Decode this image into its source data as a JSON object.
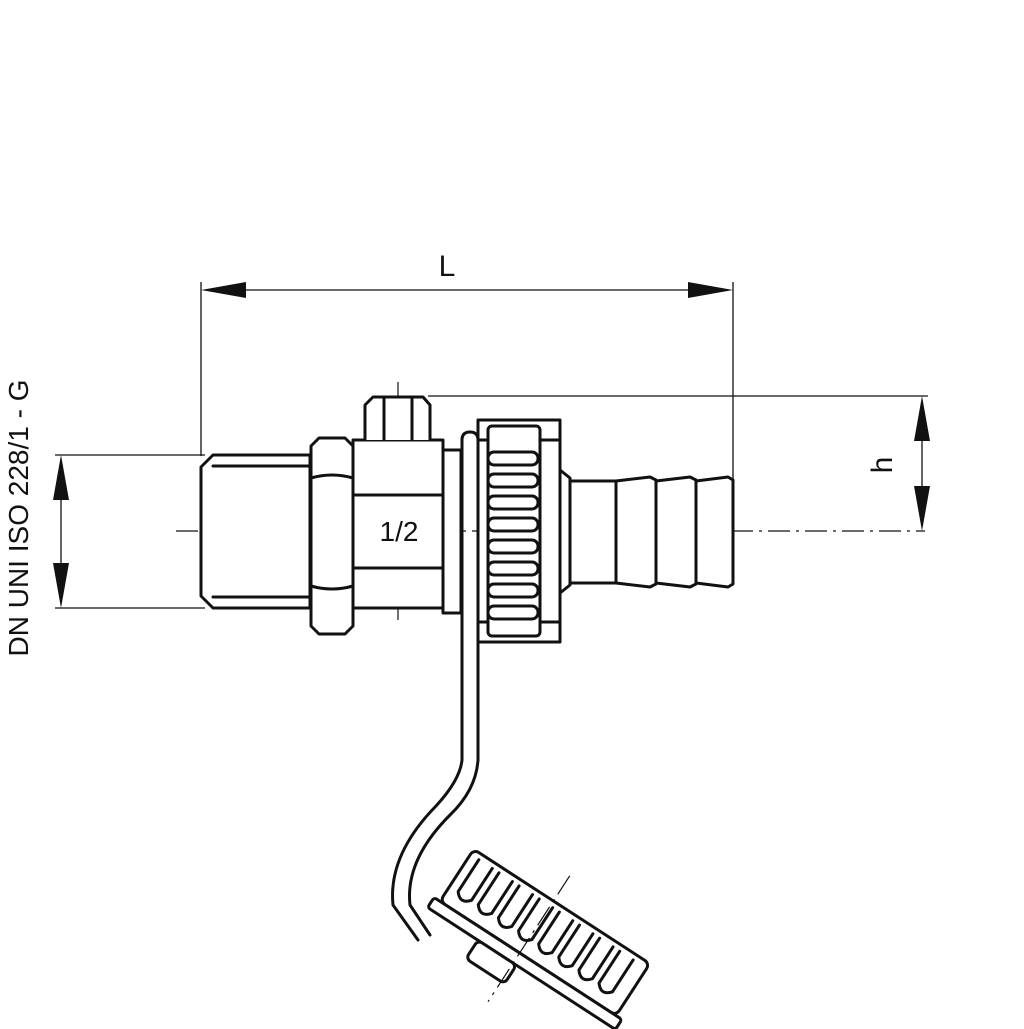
{
  "dimensions": {
    "length_label": "L",
    "height_label": "h",
    "size_label": "1/2",
    "thread_label": "DN UNI ISO 228/1 - G"
  },
  "colors": {
    "line": "#111111",
    "background": "#ffffff"
  }
}
